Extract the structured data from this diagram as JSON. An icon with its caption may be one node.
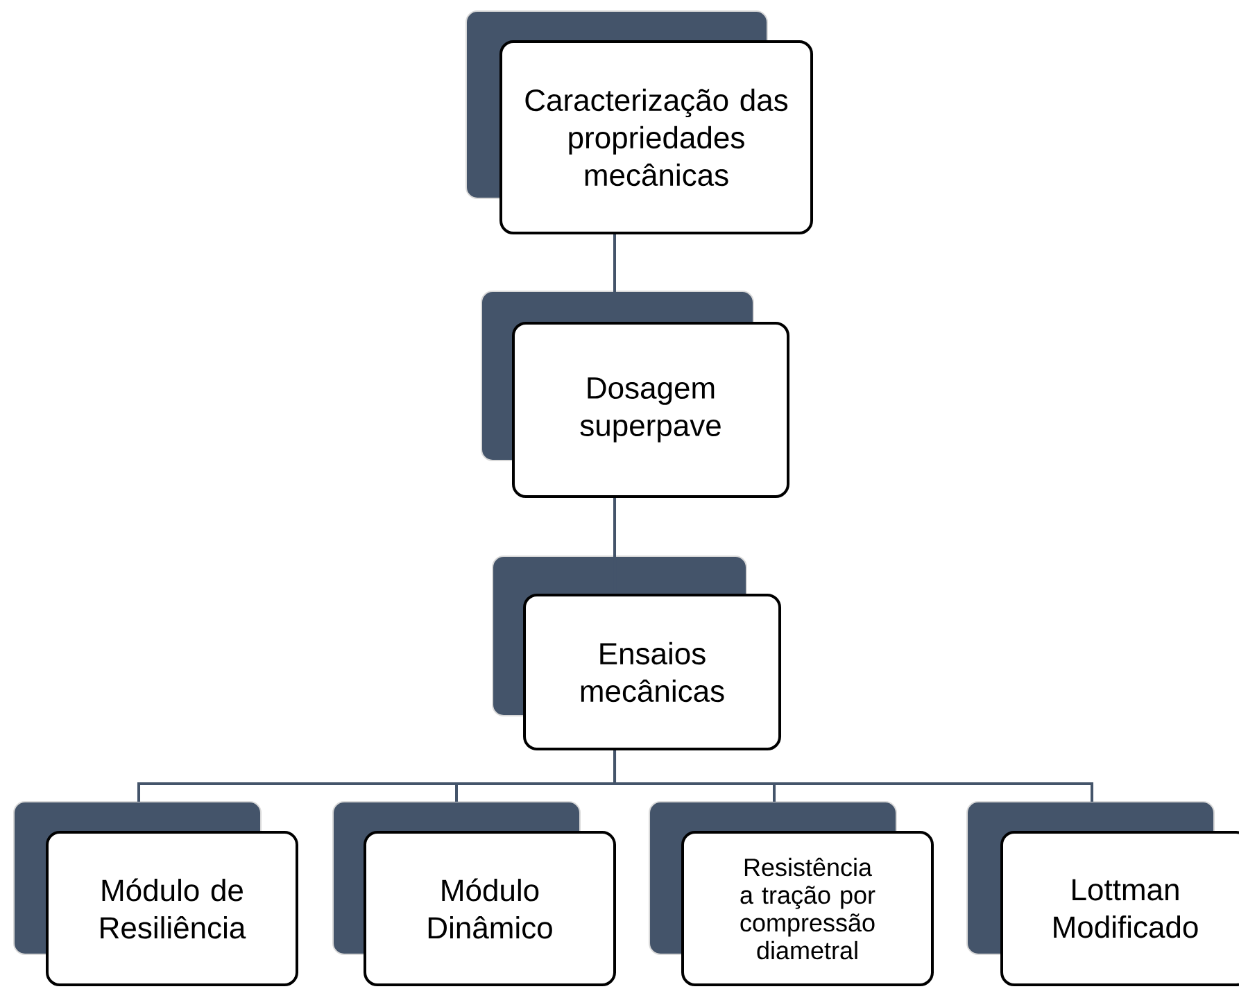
{
  "diagram": {
    "nodes": [
      {
        "text": [
          "Caracterização das propriedades mecânicas"
        ]
      },
      {
        "text": [
          "Dosagem superpave"
        ]
      },
      {
        "text": [
          "Ensaios mecânicas"
        ]
      },
      {
        "text": [
          "Módulo de Resiliência"
        ]
      },
      {
        "text": [
          "Módulo Dinâmico"
        ]
      },
      {
        "text": [
          "Resistência a tração por compressão diametral"
        ]
      },
      {
        "text": [
          "Lottman Modificado"
        ]
      }
    ],
    "edges": [
      {
        "from": 0,
        "to": 1,
        "arrow": "none"
      },
      {
        "from": 1,
        "to": 2,
        "arrow": "none"
      },
      {
        "from": 2,
        "to": 3,
        "arrow": "none"
      },
      {
        "from": 2,
        "to": 4,
        "arrow": "none"
      },
      {
        "from": 2,
        "to": 5,
        "arrow": "none"
      },
      {
        "from": 2,
        "to": 6,
        "arrow": "none"
      }
    ]
  }
}
